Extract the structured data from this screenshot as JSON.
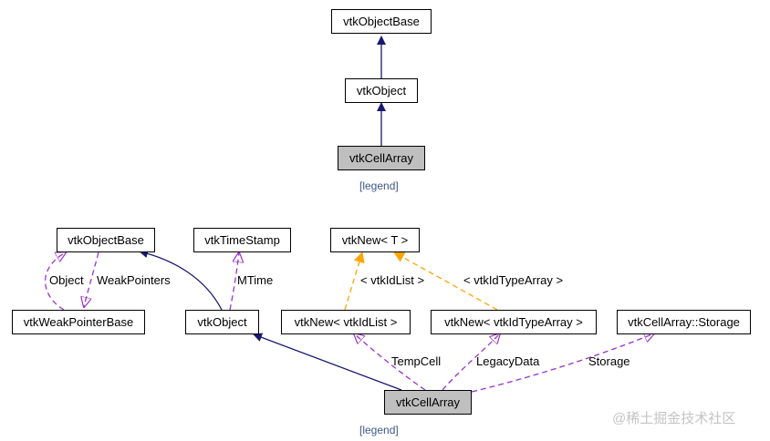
{
  "colors": {
    "inheritance": "#191970",
    "usage": "#9a32cd",
    "template": "#ffa500",
    "legend_link": "#3d578c",
    "watermark": "#c4c4c4"
  },
  "diagram1": {
    "nodes": {
      "vtkObjectBase": "vtkObjectBase",
      "vtkObject": "vtkObject",
      "vtkCellArray": "vtkCellArray"
    },
    "legend": "[legend]"
  },
  "diagram2": {
    "nodes": {
      "vtkObjectBase": "vtkObjectBase",
      "vtkTimeStamp": "vtkTimeStamp",
      "vtkNewT": "vtkNew< T >",
      "vtkWeakPointerBase": "vtkWeakPointerBase",
      "vtkObject": "vtkObject",
      "vtkNewIdList": "vtkNew< vtkIdList >",
      "vtkNewIdTypeArray": "vtkNew< vtkIdTypeArray >",
      "vtkCellArrayStorage": "vtkCellArray::Storage",
      "vtkCellArray": "vtkCellArray"
    },
    "edge_labels": {
      "object": "Object",
      "weakpointers": "WeakPointers",
      "mtime": "MTime",
      "idlist": "< vtkIdList >",
      "idtypearray": "< vtkIdTypeArray >",
      "tempcell": "TempCell",
      "legacydata": "LegacyData",
      "storage": "Storage"
    },
    "legend": "[legend]"
  },
  "watermark": "@稀土掘金技术社区"
}
